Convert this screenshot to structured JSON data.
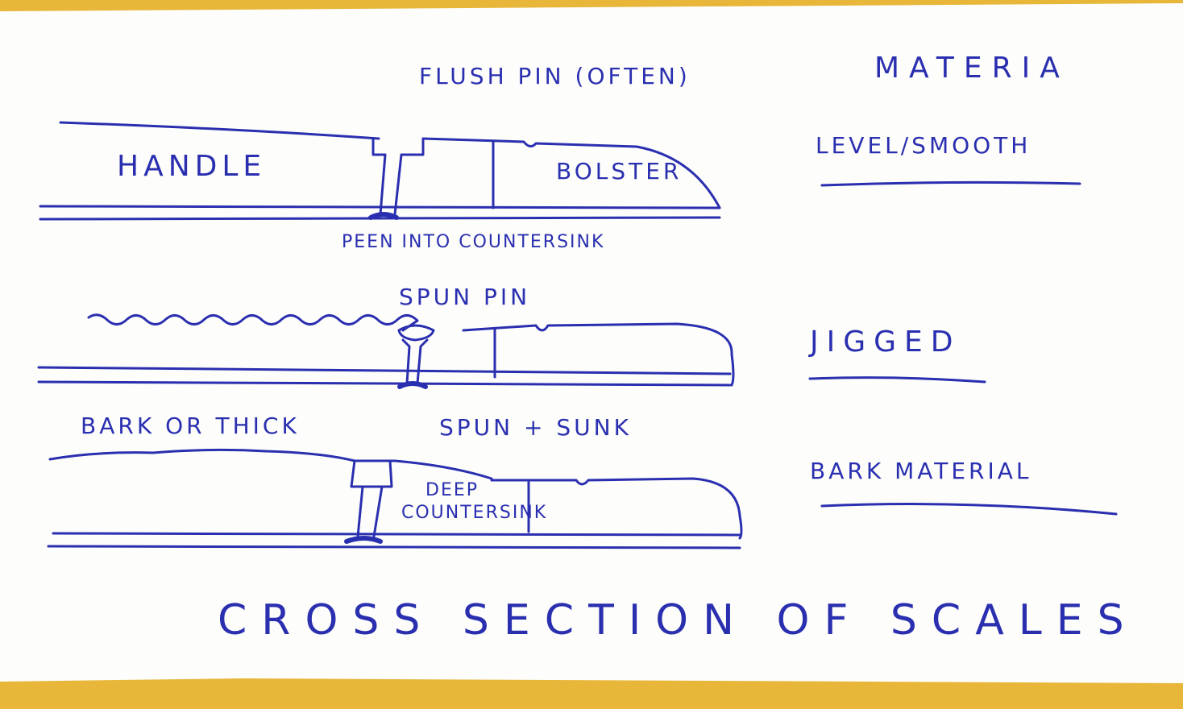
{
  "colors": {
    "ink": "#2a2fb0",
    "paper": "#fdfdfb",
    "background": "#e8b73a"
  },
  "labels": {
    "flush_pin": "FLUSH PIN (OFTEN)",
    "handle": "HANDLE",
    "bolster": "BOLSTER",
    "peen": "PEEN INTO COUNTERSINK",
    "spun_pin": "SPUN PIN",
    "bark_or_thick": "BARK OR THICK",
    "spun_sunk": "SPUN + SUNK",
    "deep": "DEEP",
    "countersink": "COUNTERSINK",
    "materia": "MATERIA",
    "level_smooth": "LEVEL/SMOOTH",
    "jigged": "JIGGED",
    "bark_material": "BARK MATERIAL",
    "title": "CROSS SECTION OF SCALES"
  }
}
